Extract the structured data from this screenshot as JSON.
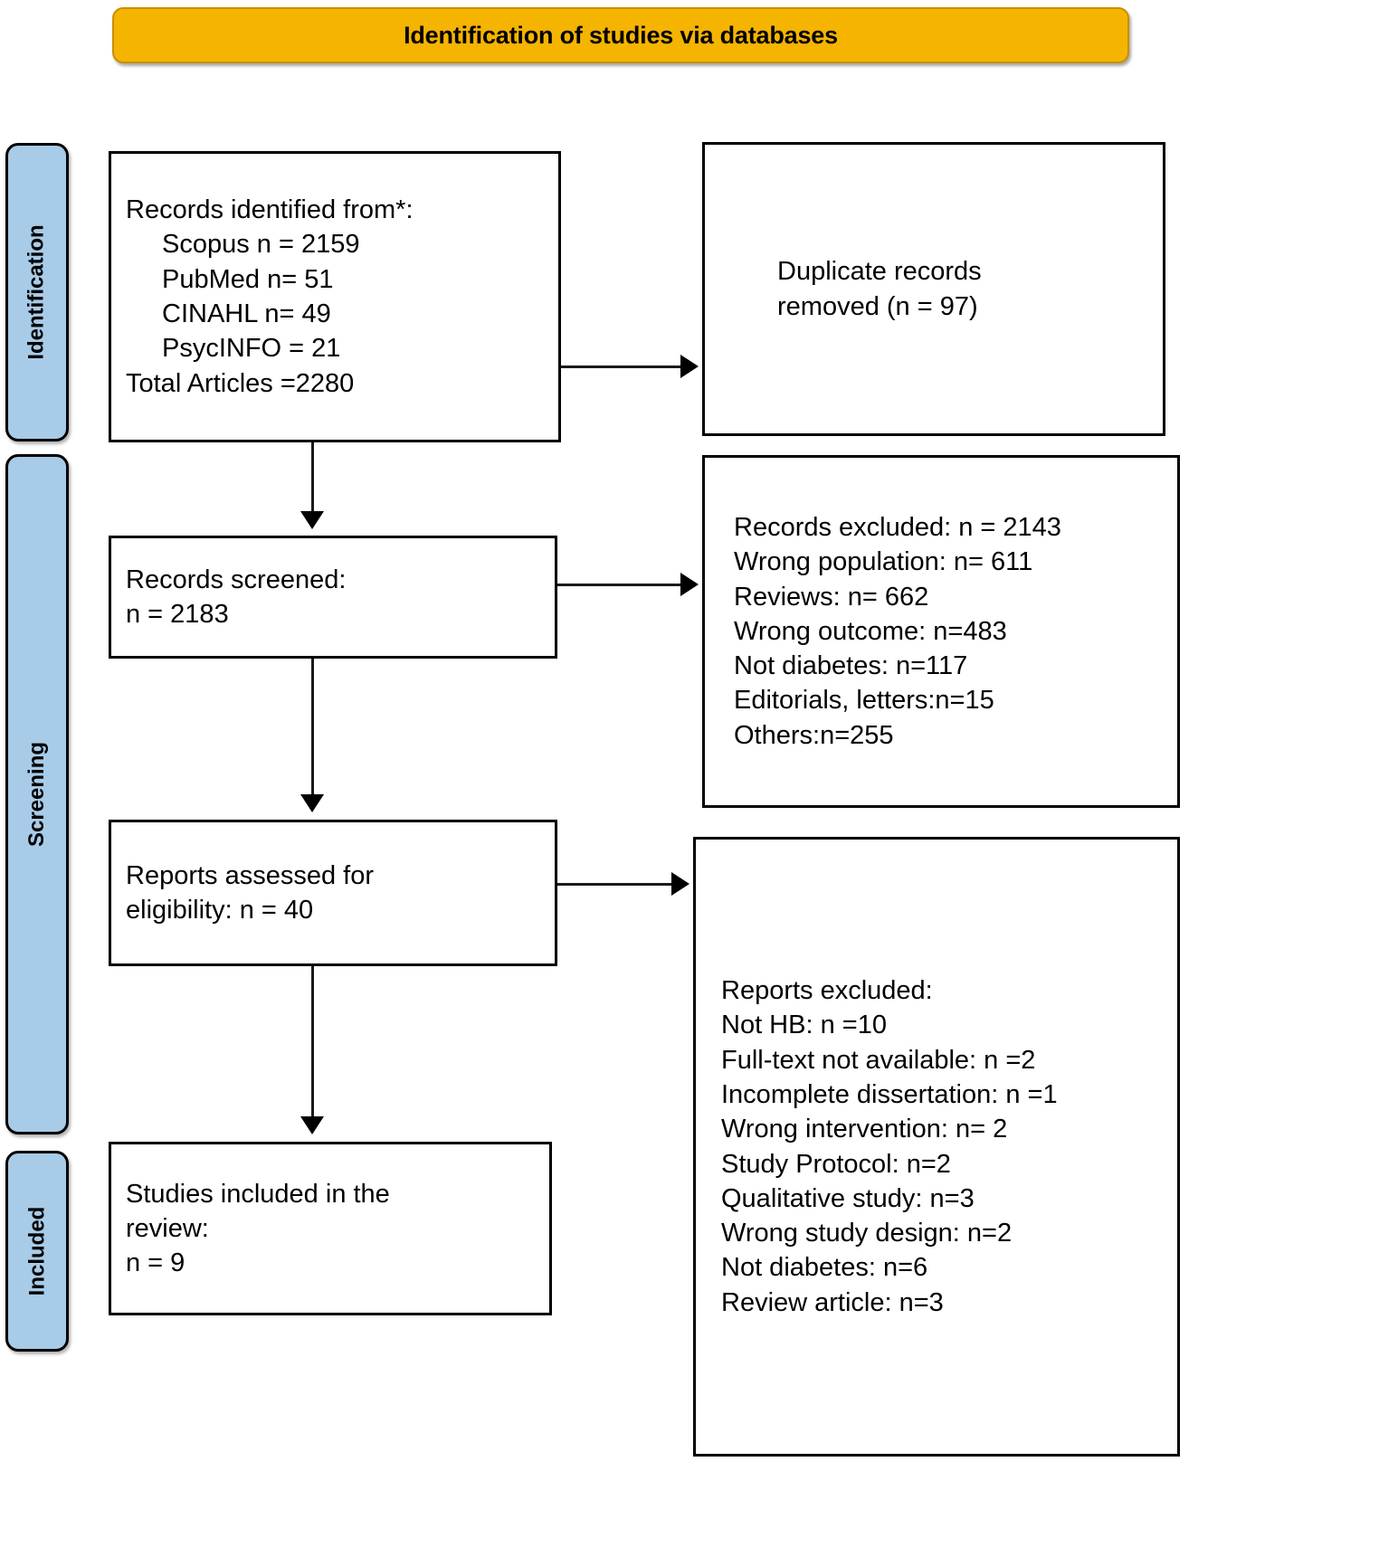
{
  "banner": {
    "title": "Identification of studies via databases"
  },
  "rails": [
    {
      "id": "identification",
      "label": "Identification",
      "color": "#a8cbe8"
    },
    {
      "id": "screening",
      "label": "Screening",
      "color": "#a8cbe8"
    },
    {
      "id": "included",
      "label": "Included",
      "color": "#a8cbe8"
    }
  ],
  "boxes": {
    "identified": {
      "name": "records-identified-box",
      "lines": [
        "Records identified from*:",
        "Scopus n = 2159",
        "PubMed n= 51",
        "CINAHL n= 49",
        "PsycINFO = 21",
        "Total Articles =2280"
      ]
    },
    "duplicates": {
      "name": "duplicate-records-removed-box",
      "lines": [
        "Duplicate records",
        "removed (n = 97)"
      ]
    },
    "screened": {
      "name": "records-screened-box",
      "lines": [
        "Records screened:",
        "n = 2183"
      ]
    },
    "records_excluded": {
      "name": "records-excluded-box",
      "lines": [
        "Records excluded: n = 2143",
        "Wrong population: n= 611",
        "Reviews: n= 662",
        "Wrong outcome: n=483",
        "Not diabetes: n=117",
        "Editorials, letters:n=15",
        "Others:n=255"
      ]
    },
    "assessed": {
      "name": "reports-assessed-box",
      "lines": [
        "Reports assessed for",
        "eligibility: n = 40"
      ]
    },
    "reports_excluded": {
      "name": "reports-excluded-box",
      "lines": [
        "Reports excluded:",
        "Not HB: n =10",
        "Full-text not available: n =2",
        "Incomplete dissertation: n =1",
        "Wrong intervention: n= 2",
        "Study Protocol: n=2",
        "Qualitative study: n=3",
        "Wrong study design: n=2",
        "Not diabetes: n=6",
        "Review article: n=3"
      ]
    },
    "included": {
      "name": "studies-included-box",
      "lines": [
        "Studies included in the",
        "review:",
        "n = 9"
      ]
    }
  },
  "chart_data": {
    "type": "diagram",
    "title": "Identification of studies via databases",
    "stages": [
      {
        "stage": "Identification",
        "nodes": [
          {
            "label": "Records identified from*",
            "sources": [
              {
                "name": "Scopus",
                "n": 2159
              },
              {
                "name": "PubMed",
                "n": 51
              },
              {
                "name": "CINAHL",
                "n": 49
              },
              {
                "name": "PsycINFO",
                "n": 21
              }
            ],
            "total": 2280
          },
          {
            "label": "Duplicate records removed",
            "n": 97
          }
        ]
      },
      {
        "stage": "Screening",
        "nodes": [
          {
            "label": "Records screened",
            "n": 2183
          },
          {
            "label": "Records excluded",
            "n": 2143,
            "reasons": [
              {
                "reason": "Wrong population",
                "n": 611
              },
              {
                "reason": "Reviews",
                "n": 662
              },
              {
                "reason": "Wrong outcome",
                "n": 483
              },
              {
                "reason": "Not diabetes",
                "n": 117
              },
              {
                "reason": "Editorials, letters",
                "n": 15
              },
              {
                "reason": "Others",
                "n": 255
              }
            ]
          },
          {
            "label": "Reports assessed for eligibility",
            "n": 40
          },
          {
            "label": "Reports excluded",
            "reasons": [
              {
                "reason": "Not HB",
                "n": 10
              },
              {
                "reason": "Full-text not available",
                "n": 2
              },
              {
                "reason": "Incomplete dissertation",
                "n": 1
              },
              {
                "reason": "Wrong intervention",
                "n": 2
              },
              {
                "reason": "Study Protocol",
                "n": 2
              },
              {
                "reason": "Qualitative study",
                "n": 3
              },
              {
                "reason": "Wrong study design",
                "n": 2
              },
              {
                "reason": "Not diabetes",
                "n": 6
              },
              {
                "reason": "Review article",
                "n": 3
              }
            ]
          }
        ]
      },
      {
        "stage": "Included",
        "nodes": [
          {
            "label": "Studies included in the review",
            "n": 9
          }
        ]
      }
    ]
  }
}
